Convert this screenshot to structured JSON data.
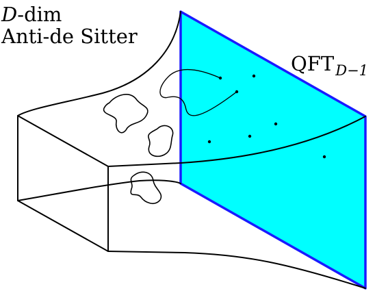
{
  "labels": {
    "dimension_symbol": "D",
    "dimension_suffix": "-dim",
    "spacetime": "Anti-de Sitter",
    "theory": "QFT",
    "theory_subscript": "D−1"
  },
  "colors": {
    "boundary_fill": "#00ffff",
    "boundary_stroke": "#1a1aff",
    "line": "#000000",
    "background": "#ffffff"
  }
}
